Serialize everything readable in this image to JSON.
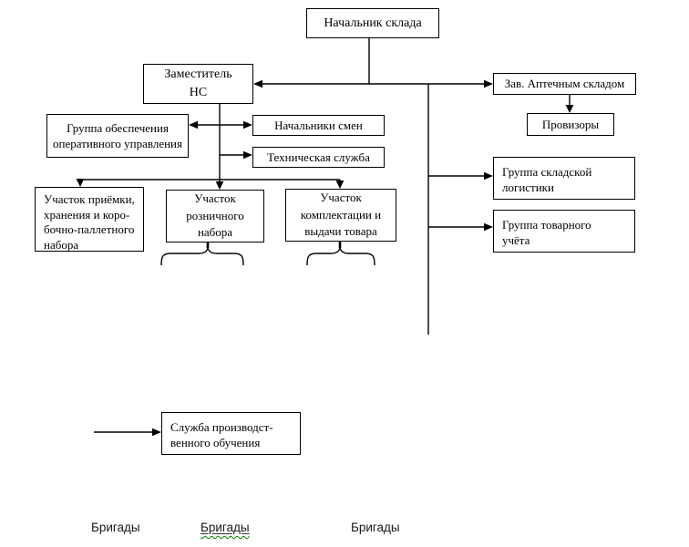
{
  "colors": {
    "line": "#000000",
    "background": "#ffffff",
    "text": "#000000",
    "spellcheck_squiggle": "#008000"
  },
  "nodes": {
    "warehouse_head": {
      "lines": [
        "Начальник склада"
      ]
    },
    "deputy": {
      "lines": [
        "Заместитель",
        "НС"
      ]
    },
    "operations_group": {
      "lines": [
        "Группа обеспечения",
        "оперативного управления"
      ]
    },
    "shift_managers": {
      "lines": [
        "Начальники смен"
      ]
    },
    "technical_service": {
      "lines": [
        "Техническая служба"
      ]
    },
    "pharmacy_head": {
      "lines": [
        "Зав. Аптечным складом"
      ]
    },
    "pharmacists": {
      "lines": [
        "Провизоры"
      ]
    },
    "receiving_section": {
      "lines": [
        "Участок приёмки,",
        "хранения и коро-",
        "бочно-паллетного",
        "набора"
      ]
    },
    "retail_section": {
      "lines": [
        "Участок",
        "розничного",
        "набора"
      ]
    },
    "picking_section": {
      "lines": [
        "Участок",
        "комплектации и",
        "выдачи товара"
      ]
    },
    "logistics_group": {
      "lines": [
        "Группа складской",
        "логистики"
      ]
    },
    "accounting_group": {
      "lines": [
        "Группа товарного",
        "учёта"
      ]
    },
    "training_service": {
      "lines": [
        "Служба производст-",
        "венного обучения"
      ]
    }
  },
  "labels": {
    "brigady_1": "Бригады",
    "brigady_2": "Бригады",
    "brigady_3": "Бригады"
  }
}
